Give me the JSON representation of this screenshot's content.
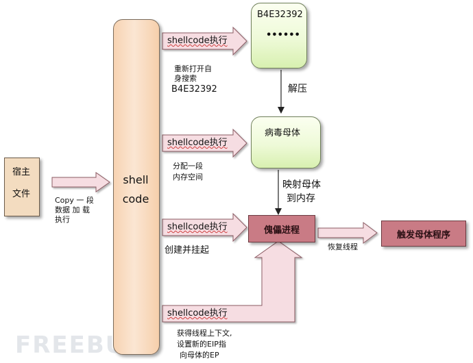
{
  "host_file": {
    "line1": "宿主",
    "line2": "文件"
  },
  "copy_label": {
    "line1": "Copy 一 段",
    "line2": "数据 加 载",
    "line3": "执行"
  },
  "shell": {
    "line1": "shell",
    "line2": "code"
  },
  "exec_label": "shellcode执行",
  "step1": {
    "line1": "重新打开自",
    "line2": "身搜索",
    "line3": "B4E32392"
  },
  "step2": {
    "line1": "分配一段",
    "line2": "内存空间"
  },
  "step3": "创建并挂起",
  "step4": {
    "line1": "获得线程上下文,",
    "line2": "设置新的EIP指",
    "line3": "向母体的EP"
  },
  "box_b4": {
    "title": "B4E32392",
    "dots": "••••••"
  },
  "decompress": "解压",
  "virus_body": "病毒母体",
  "map_label": {
    "line1": "映射母体",
    "line2": "到内存"
  },
  "puppet": "傀儡进程",
  "resume": "恢复线程",
  "trigger": "触发母体程序",
  "watermark": "FREEBUF"
}
